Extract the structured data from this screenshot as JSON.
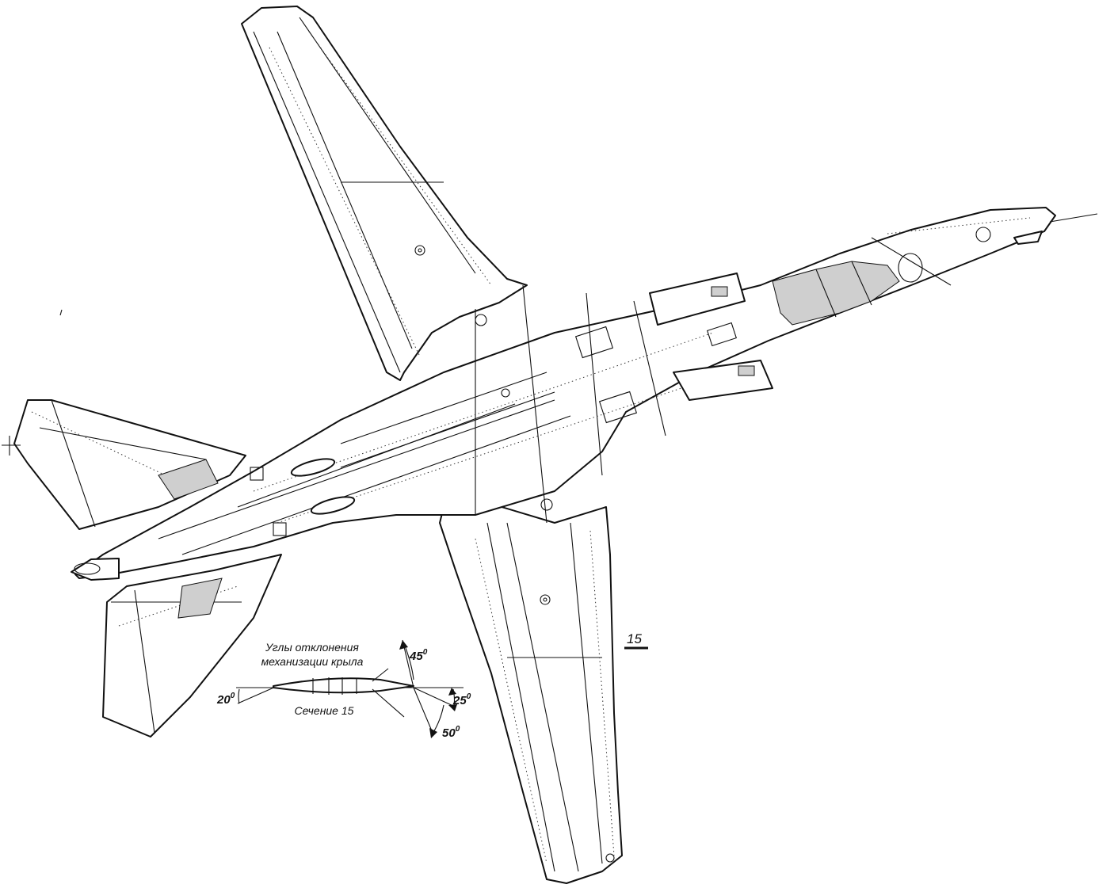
{
  "annotation": {
    "title_line1": "Углы отклонения",
    "title_line2": "механизации крыла",
    "section_label": "Сечение 15",
    "section_marker": "15"
  },
  "angles": {
    "leading_edge_left": "20",
    "flap_up": "45",
    "flap_mid": "25",
    "flap_down": "50",
    "degree_symbol": "0"
  }
}
